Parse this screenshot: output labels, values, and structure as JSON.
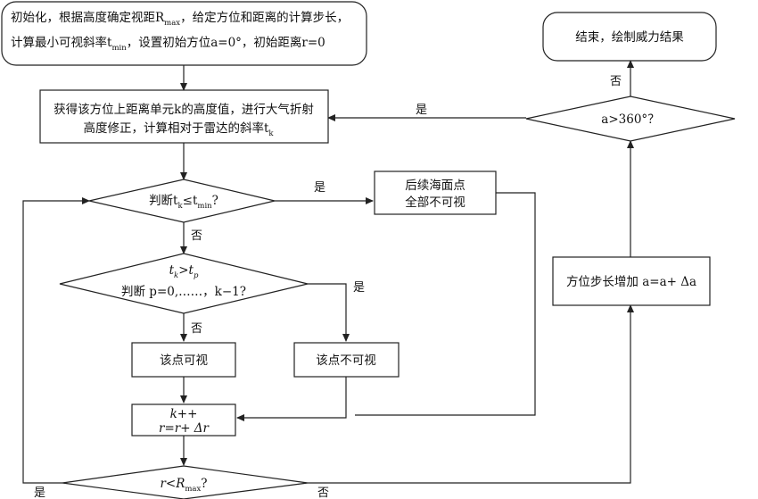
{
  "nodes": {
    "init": {
      "line1": "初始化，根据高度确定视距R",
      "line1_sub": "max",
      "line1_tail": "，给定方位和距离的计算步长，",
      "line2": "计算最小可视斜率t",
      "line2_sub": "min",
      "line2_tail": "，设置初始方位a=0°，初始距离r=0"
    },
    "end": {
      "text": "结束，绘制威力结果"
    },
    "get_height": {
      "line1": "获得该方位上距离单元k的高度值，进行大气折射",
      "line2": "高度修正，计算相对于雷达的斜率t",
      "line2_sub": "k"
    },
    "angle_check": {
      "text": "a>360°？"
    },
    "judge_tk": {
      "prefix": "判断t",
      "sub1": "k",
      "mid": "≤t",
      "sub2": "min",
      "suffix": "?"
    },
    "rest_sea": {
      "line1": "后续海面点",
      "line2": "全部不可视"
    },
    "judge_tp": {
      "line1_a": "t",
      "line1_sub1": "k",
      "line1_b": ">t",
      "line1_sub2": "p",
      "line2": "判断 p=0,……，k−1?"
    },
    "visible": {
      "text": "该点可视"
    },
    "invisible": {
      "text": "该点不可视"
    },
    "increment": {
      "line1": "k++",
      "line2": "r=r+ Δr"
    },
    "r_check": {
      "prefix": "r<R",
      "sub": "max",
      "suffix": "?"
    },
    "azimuth_step": {
      "text": "方位步长增加 a=a+ Δa"
    }
  },
  "edge_labels": {
    "yes_top": "是",
    "no_top": "否",
    "yes_judge_tk": "是",
    "no_judge_tk": "否",
    "yes_judge_tp": "是",
    "no_judge_tp": "否",
    "yes_r_check": "是",
    "no_r_check": "否"
  }
}
